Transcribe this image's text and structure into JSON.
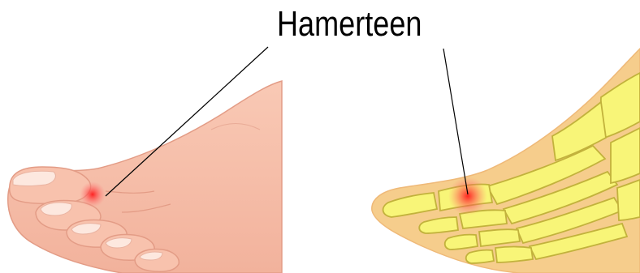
{
  "label": {
    "text": "Hamerteen"
  },
  "colors": {
    "skin": "#f7c3ae",
    "skin_dark": "#e8a48f",
    "nail": "#fde7de",
    "foot_outline": "#f2c48a",
    "soft_tissue": "#f7cf8f",
    "bone": "#f8f578",
    "bone_outline": "#c7b53e",
    "inflammation": "#ff2a2a",
    "pointer_line": "#000000"
  },
  "views": [
    {
      "name": "external-foot-view"
    },
    {
      "name": "skeletal-foot-view"
    }
  ]
}
